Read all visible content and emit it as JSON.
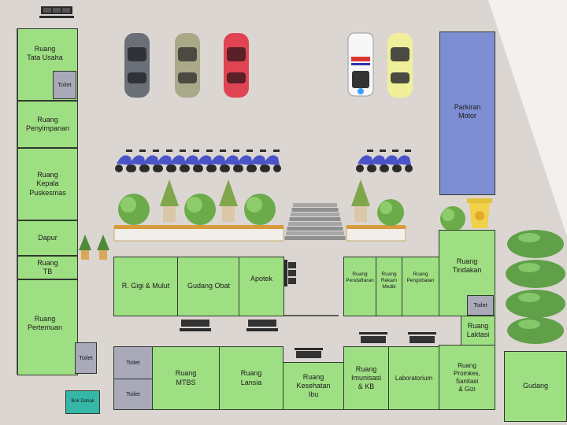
{
  "rooms": {
    "tata_usaha": "Ruang\nTata Usaha",
    "penyimpanan": "Ruang\nPenyimpanan",
    "kepala": "Ruang\nKepala\nPuskesmas",
    "dapur": "Dapur",
    "tb": "Ruang\nTB",
    "pertemuan": "Ruang\nPertemuan",
    "gigi": "R. Gigi & Mulut",
    "gudang_obat": "Gudang Obat",
    "apotek": "Apotek",
    "pendaftaran": "Ruang\nPendaftaran",
    "rekam_medik": "Ruang\nRekam\nMedik",
    "pengobatan": "Ruang\nPengobatan",
    "tindakan": "Ruang\nTindakan",
    "laktasi": "Ruang\nLaktasi",
    "mtbs": "Ruang\nMTBS",
    "lansia": "Ruang\nLansia",
    "kesehatan_ibu": "Ruang\nKesehatan\nIbu",
    "imunisasi": "Ruang\nImunisasi\n& KB",
    "laboratorium": "Laboratorium",
    "promkes": "Ruang\nPromkes,\nSanitasi\n& Gizi",
    "gudang": "Gudang",
    "parkiran_motor": "Parkiran\nMotor"
  },
  "toilets": {
    "t1": "Toilet",
    "t2": "Toilet",
    "t3": "Toilet",
    "t4": "Toilet",
    "t5": "Toilet"
  },
  "bok_dahak": "Bok Dahak",
  "colors": {
    "background": "#dcd6d2",
    "room": "#9fdf83",
    "toilet": "#a9a9ba",
    "parking": "#7d8fd2",
    "bok": "#35b8a8",
    "outline": "#2f3a2f"
  },
  "icons": [
    "car-icon",
    "ambulance-icon",
    "motorcycle-icon",
    "bench-icon",
    "shrub-icon",
    "potted-tree-icon",
    "stairs-icon",
    "trash-bin-icon",
    "hedge-tree-icon"
  ]
}
